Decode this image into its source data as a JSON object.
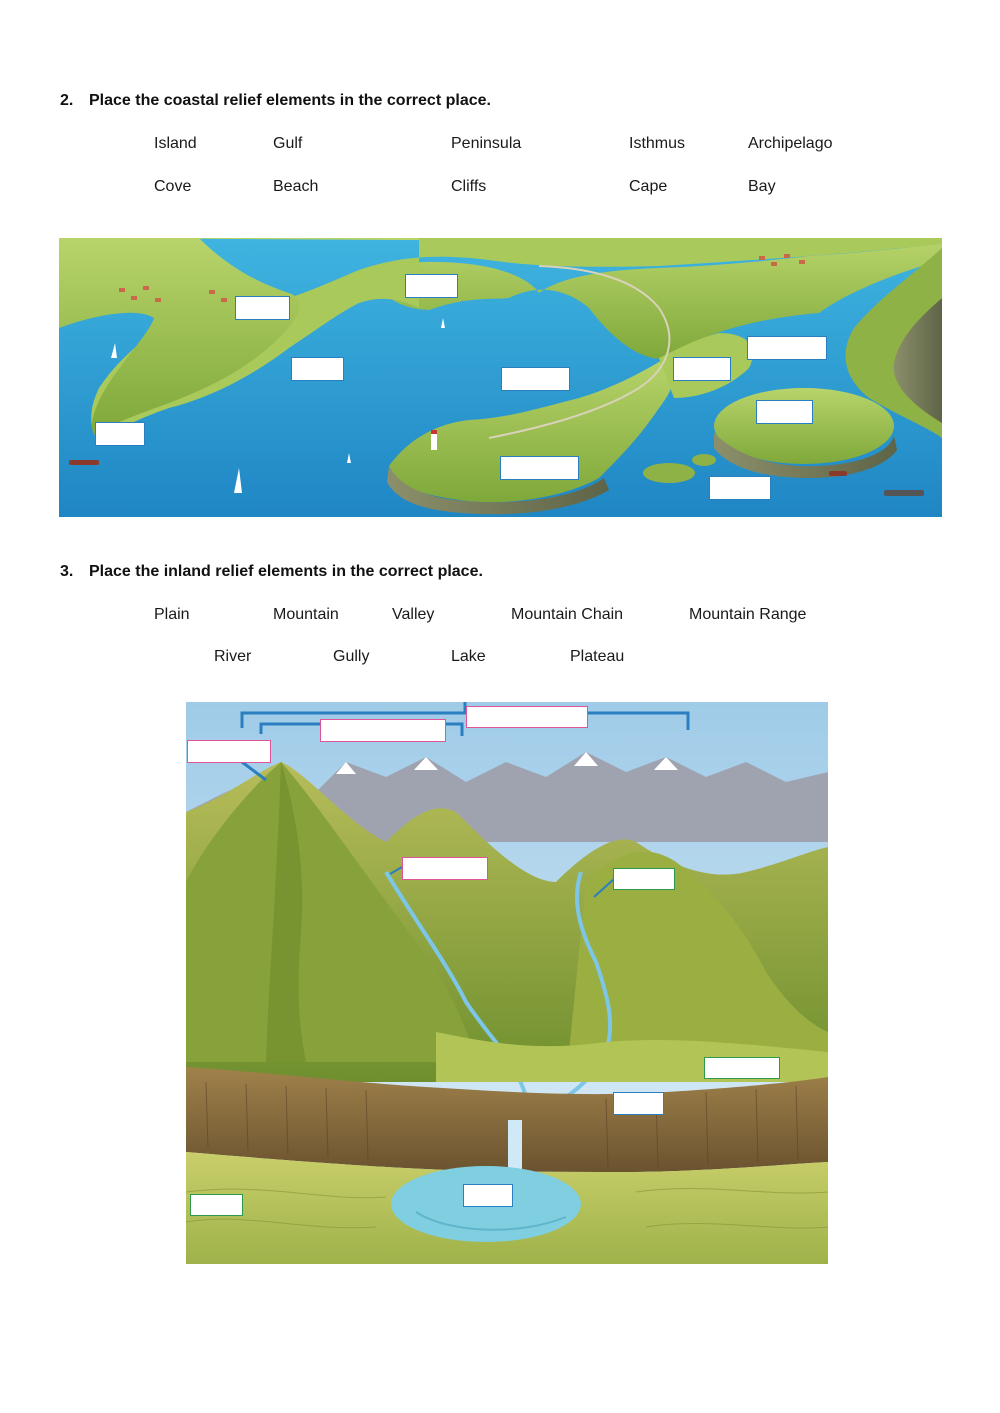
{
  "q2": {
    "number": "2.",
    "title": "Place the coastal relief elements in the correct place.",
    "words": [
      "Island",
      "Gulf",
      "Peninsula",
      "Isthmus",
      "Archipelago",
      "Cove",
      "Beach",
      "Cliffs",
      "Cape",
      "Bay"
    ]
  },
  "q3": {
    "number": "3.",
    "title": "Place the inland relief elements in the correct place.",
    "words": [
      "Plain",
      "Mountain",
      "Valley",
      "Mountain Chain",
      "Mountain Range",
      "River",
      "Gully",
      "Lake",
      "Plateau"
    ]
  },
  "colors": {
    "sea": "#2aa3d6",
    "land": "#9cc24a",
    "sky": "#cfe6f5",
    "answer_border_blue": "#2a7fc0",
    "answer_border_pink": "#e0559a",
    "answer_border_green": "#2f9a4a",
    "bracket": "#2a7fc0"
  }
}
